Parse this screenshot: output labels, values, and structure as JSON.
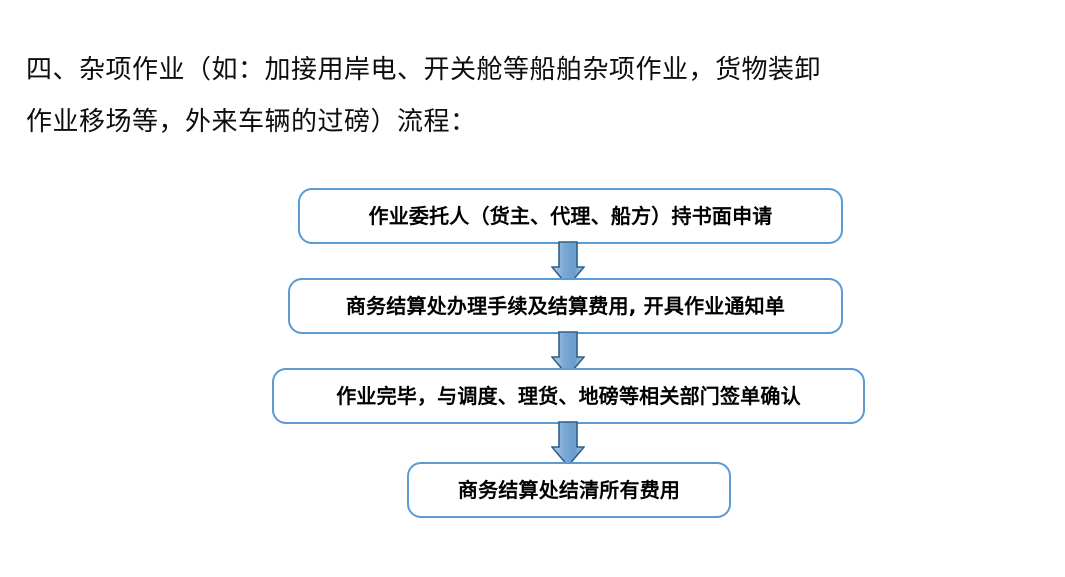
{
  "document": {
    "heading": {
      "line1": "四、杂项作业（如：加接用岸电、开关舱等船舶杂项作业，货物装卸",
      "line2": "作业移场等，外来车辆的过磅）流程："
    }
  },
  "flowchart": {
    "type": "flowchart",
    "orientation": "vertical",
    "node_border_color": "#5b9bd5",
    "node_fill_color": "#ffffff",
    "arrow_fill_color": "#7ba9d4",
    "arrow_outline_color": "#2e5f8a",
    "nodes": [
      {
        "id": "node-1",
        "label": "作业委托人（货主、代理、船方）持书面申请"
      },
      {
        "id": "node-2",
        "label": "商务结算处办理手续及结算费用, 开具作业通知单"
      },
      {
        "id": "node-3",
        "label": "作业完毕，与调度、理货、地磅等相关部门签单确认"
      },
      {
        "id": "node-4",
        "label": "商务结算处结清所有费用"
      }
    ],
    "connectors": [
      {
        "id": "arrow-1",
        "icon": "down-arrow-icon",
        "from": "node-1",
        "to": "node-2"
      },
      {
        "id": "arrow-2",
        "icon": "down-arrow-icon",
        "from": "node-2",
        "to": "node-3"
      },
      {
        "id": "arrow-3",
        "icon": "down-arrow-icon",
        "from": "node-3",
        "to": "node-4"
      }
    ]
  }
}
